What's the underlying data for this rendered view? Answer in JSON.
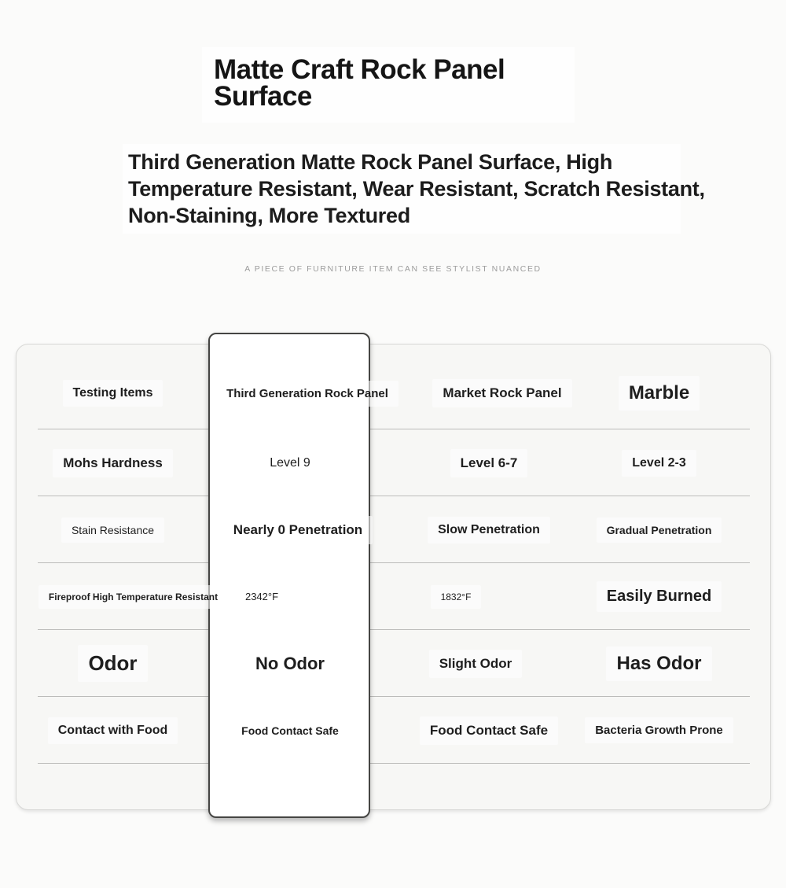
{
  "header": {
    "title": "Matte Craft Rock Panel Surface",
    "subtitle": "Third Generation Matte Rock Panel Surface, High Temperature Resistant, Wear Resistant, Scratch Resistant, Non-Staining, More Textured",
    "tagline": "A PIECE OF FURNITURE ITEM CAN SEE STYLIST NUANCED"
  },
  "table": {
    "columns": [
      "Testing Items",
      "Third Generation Rock Panel",
      "Market Rock Panel",
      "Marble"
    ],
    "highlighted_column": "Third Generation Rock Panel",
    "rows": [
      [
        "Mohs Hardness",
        "Level 9",
        "Level 6-7",
        "Level 2-3"
      ],
      [
        "Stain Resistance",
        "Nearly 0 Penetration",
        "Slow Penetration",
        "Gradual Penetration"
      ],
      [
        "Fireproof High Temperature Resistant",
        "2342°F",
        "1832°F",
        "Easily Burned"
      ],
      [
        "Odor",
        "No Odor",
        "Slight Odor",
        "Has Odor"
      ],
      [
        "Contact with Food",
        "Food Contact Safe",
        "Food Contact Safe",
        "Bacteria Growth Prone"
      ]
    ]
  },
  "colors": {
    "page_background": "#fbfbfa",
    "table_background": "#f7f7f5",
    "highlight_card_background": "#ffffff",
    "highlight_card_border": "#454543",
    "row_separator": "#bcbcba",
    "text": "#1e1e1e",
    "tagline_text": "#9c9c9c"
  }
}
